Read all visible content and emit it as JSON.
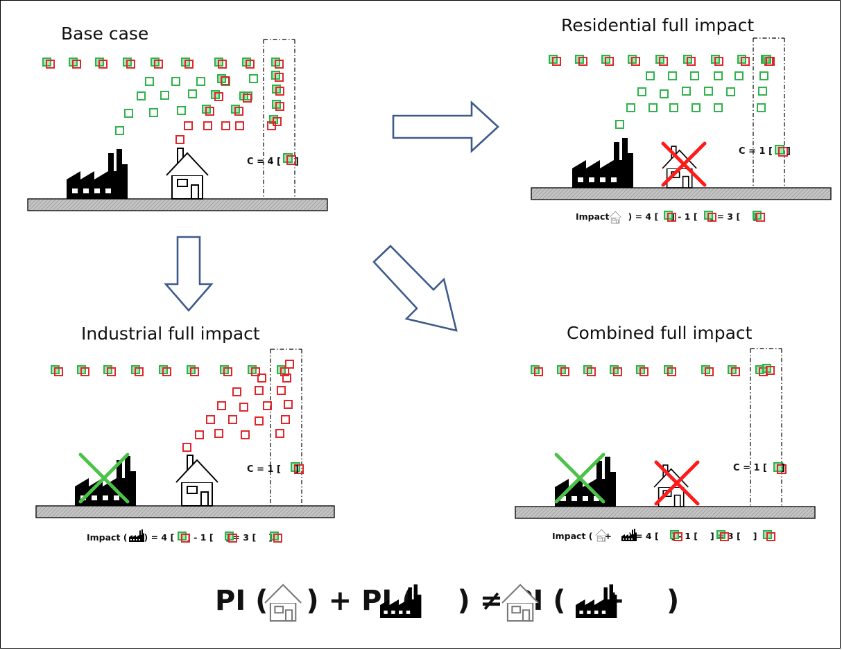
{
  "colors": {
    "green": "#2db34a",
    "red": "#e0262b",
    "arrow": "#3d5a8a",
    "ground": "#b8b8b8",
    "cross_red": "#ff1a1a",
    "cross_green": "#4cc24a"
  },
  "panels": {
    "base": {
      "title": "Base case",
      "conc_prefix": "C = 4 [",
      "conc_suffix": "]",
      "sources": {
        "factory": "active",
        "house": "active"
      }
    },
    "residential": {
      "title": "Residential full impact",
      "conc_prefix": "C = 1 [",
      "conc_suffix": "]",
      "sources": {
        "factory": "active",
        "house": "removed"
      },
      "caption": {
        "lead": "Impact (",
        "mid1": ") = 4 [",
        "mid2": "] - 1 [",
        "mid3": "] = 3 [",
        "end": "]"
      }
    },
    "industrial": {
      "title": "Industrial full impact",
      "conc_prefix": "C = 1 [",
      "conc_suffix": "]",
      "sources": {
        "factory": "removed",
        "house": "active"
      },
      "caption": {
        "lead": "Impact (",
        "mid1": ") = 4 [",
        "mid2": "] - 1 [",
        "mid3": "] = 3 [",
        "end": "]"
      }
    },
    "combined": {
      "title": "Combined full impact",
      "conc_prefix": "C = 1 [",
      "conc_suffix": "]",
      "sources": {
        "factory": "removed",
        "house": "removed"
      },
      "caption": {
        "lead": "Impact (",
        "plus": "+",
        "mid1": ") = 4 [",
        "mid2": "] - 1 [",
        "mid3": "] = 3 [",
        "end": "]"
      }
    }
  },
  "formula": {
    "pi1": "PI (",
    "close1": ") + ",
    "pi2": "PI (",
    "neq": ") ≠ ",
    "pi3": "PI (",
    "plus": "+",
    "close3": ")"
  }
}
